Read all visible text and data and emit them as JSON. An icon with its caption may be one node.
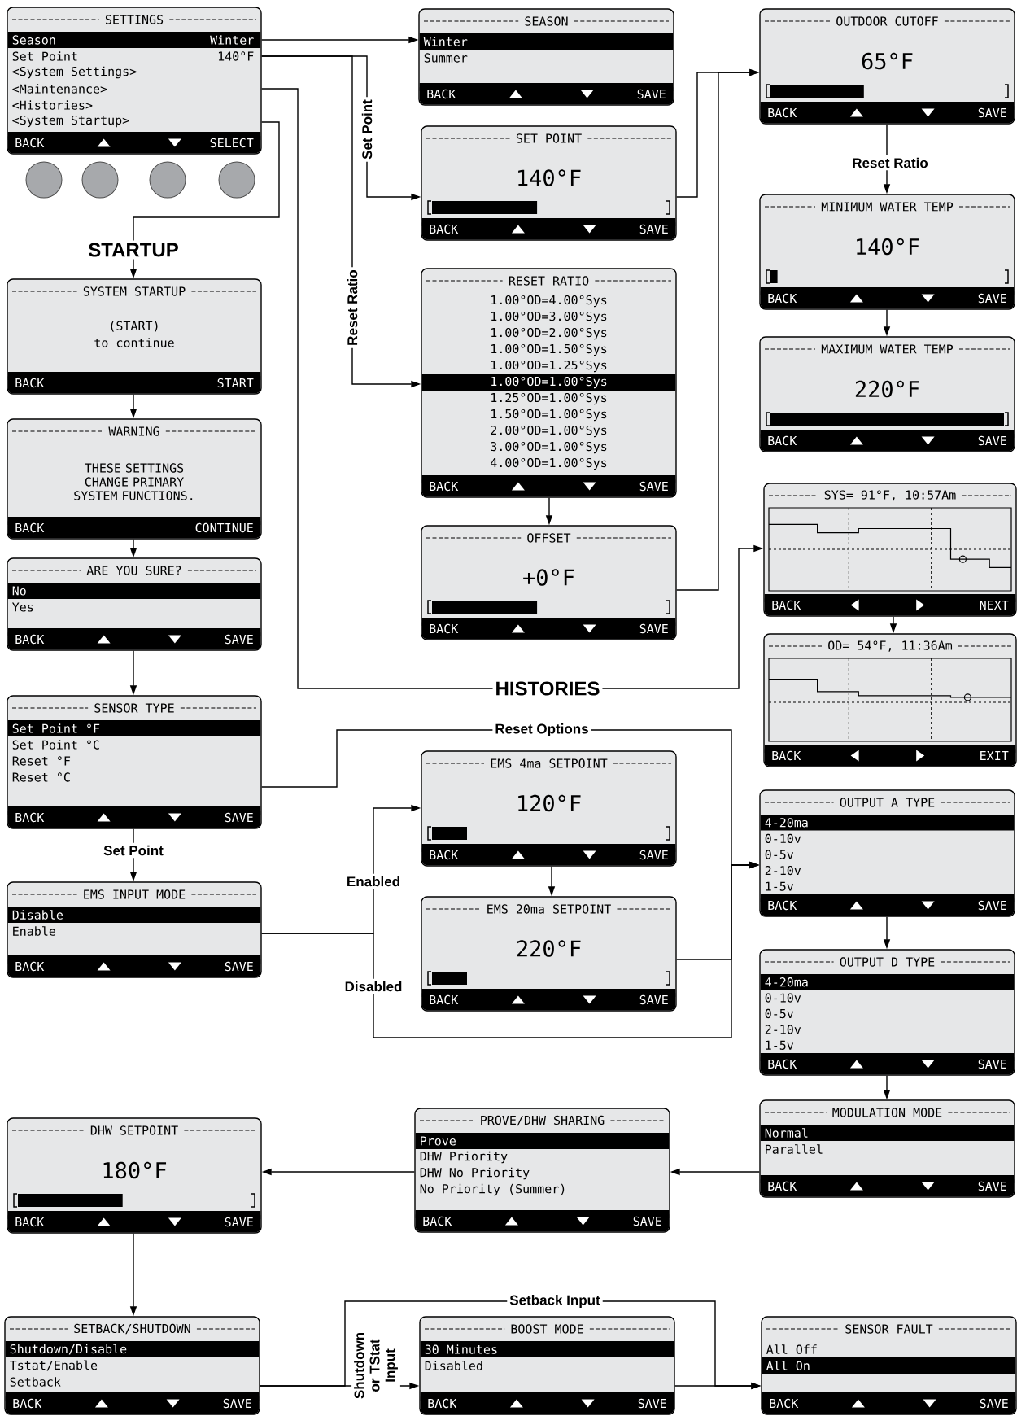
{
  "diagram": {
    "nodes": [
      {
        "text": [
          "SETTINGS",
          "Season",
          "Winter",
          "Set Point",
          "140°F",
          "<System Settings>",
          "<Maintenance>",
          "<Histories>",
          "<System Startup>",
          "BACK",
          "SELECT"
        ]
      },
      {
        "text": [
          "SEASON",
          "Winter",
          "Summer",
          "BACK",
          "SAVE"
        ]
      },
      {
        "text": [
          "SET POINT",
          "140°F",
          "BACK",
          "SAVE"
        ]
      },
      {
        "text": [
          "RESET RATIO",
          "1.00°OD=4.00°Sys",
          "1.00°OD=3.00°Sys",
          "1.00°OD=2.00°Sys",
          "1.00°OD=1.50°Sys",
          "1.00°OD=1.25°Sys",
          "1.00°OD=1.00°Sys",
          "1.25°OD=1.00°Sys",
          "1.50°OD=1.00°Sys",
          "2.00°OD=1.00°Sys",
          "3.00°OD=1.00°Sys",
          "4.00°OD=1.00°Sys",
          "BACK",
          "SAVE"
        ]
      },
      {
        "text": [
          "OFFSET",
          "+0°F",
          "BACK",
          "SAVE"
        ]
      },
      {
        "text": [
          "OUTDOOR CUTOFF",
          "65°F",
          "BACK",
          "SAVE"
        ]
      },
      {
        "text": [
          "MINIMUM WATER TEMP",
          "140°F",
          "BACK",
          "SAVE"
        ]
      },
      {
        "text": [
          "MAXIMUM WATER TEMP",
          "220°F",
          "BACK",
          "SAVE"
        ]
      },
      {
        "text": [
          "SYS= 91°F, 10:57Am",
          "BACK",
          "NEXT"
        ]
      },
      {
        "text": [
          "OD= 54°F, 11:36Am",
          "BACK",
          "EXIT"
        ]
      },
      {
        "text": [
          "SYSTEM STARTUP",
          "(START)",
          "to continue",
          "BACK",
          "START"
        ]
      },
      {
        "text": [
          "WARNING",
          "THESE SETTINGS CHANGE PRIMARY SYSTEM FUNCTIONS.",
          "BACK",
          "CONTINUE"
        ]
      },
      {
        "text": [
          "ARE YOU SURE?",
          "No",
          "Yes",
          "BACK",
          "SAVE"
        ]
      },
      {
        "text": [
          "SENSOR TYPE",
          "Set Point °F",
          "Set Point °C",
          "Reset °F",
          "Reset °C",
          "BACK",
          "SAVE"
        ]
      },
      {
        "text": [
          "EMS INPUT MODE",
          "Disable",
          "Enable",
          "BACK",
          "SAVE"
        ]
      },
      {
        "text": [
          "EMS 4ma SETPOINT",
          "120°F",
          "BACK",
          "SAVE"
        ]
      },
      {
        "text": [
          "EMS 20ma SETPOINT",
          "220°F",
          "BACK",
          "SAVE"
        ]
      },
      {
        "text": [
          "OUTPUT A TYPE",
          "4-20ma",
          "0-10v",
          "0-5v",
          "2-10v",
          "1-5v",
          "BACK",
          "SAVE"
        ]
      },
      {
        "text": [
          "OUTPUT D TYPE",
          "4-20ma",
          "0-10v",
          "0-5v",
          "2-10v",
          "1-5v",
          "BACK",
          "SAVE"
        ]
      },
      {
        "text": [
          "MODULATION MODE",
          "Normal",
          "Parallel",
          "BACK",
          "SAVE"
        ]
      },
      {
        "text": [
          "PROVE/DHW SHARING",
          "Prove",
          "DHW Priority",
          "DHW No Priority",
          "No Priority (Summer)",
          "BACK",
          "SAVE"
        ]
      },
      {
        "text": [
          "DHW SETPOINT",
          "180°F",
          "BACK",
          "SAVE"
        ]
      },
      {
        "text": [
          "SETBACK/SHUTDOWN",
          "Shutdown/Disable",
          "Tstat/Enable",
          "Setback",
          "BACK",
          "SAVE"
        ]
      },
      {
        "text": [
          "BOOST MODE",
          "30 Minutes",
          "Disabled",
          "BACK",
          "SAVE"
        ]
      },
      {
        "text": [
          "SENSOR FAULT",
          "All Off",
          "All On",
          "BACK",
          "SAVE"
        ]
      }
    ],
    "edges": [
      {
        "from": 0,
        "to": 1,
        "arrow": "to"
      },
      {
        "from": 0,
        "to": 2,
        "arrow": "to",
        "label": "Set Point"
      },
      {
        "from": 0,
        "to": 3,
        "arrow": "to",
        "label": "Reset Ratio"
      },
      {
        "from": 0,
        "to": 8,
        "arrow": "to",
        "label": "HISTORIES"
      },
      {
        "from": 0,
        "to": 10,
        "arrow": "to",
        "label": "STARTUP"
      },
      {
        "from": 2,
        "to": 5,
        "arrow": "to"
      },
      {
        "from": 4,
        "to": 5,
        "arrow": "to"
      },
      {
        "from": 3,
        "to": 4,
        "arrow": "to"
      },
      {
        "from": 5,
        "to": 6,
        "arrow": "to",
        "label": "Reset Ratio"
      },
      {
        "from": 6,
        "to": 7,
        "arrow": "to"
      },
      {
        "from": 8,
        "to": 9,
        "arrow": "to"
      },
      {
        "from": 10,
        "to": 11,
        "arrow": "to"
      },
      {
        "from": 11,
        "to": 12,
        "arrow": "to"
      },
      {
        "from": 12,
        "to": 13,
        "arrow": "to"
      },
      {
        "from": 13,
        "to": 14,
        "arrow": "to",
        "label": "Set Point"
      },
      {
        "from": 13,
        "to": 17,
        "arrow": "to",
        "label": "Reset Options"
      },
      {
        "from": 14,
        "to": 15,
        "arrow": "to",
        "label": "Enabled"
      },
      {
        "from": 14,
        "to": 17,
        "arrow": "to",
        "label": "Disabled"
      },
      {
        "from": 16,
        "to": 17,
        "arrow": "to"
      },
      {
        "from": 15,
        "to": 16,
        "arrow": "to"
      },
      {
        "from": 17,
        "to": 18,
        "arrow": "to"
      },
      {
        "from": 18,
        "to": 19,
        "arrow": "to"
      },
      {
        "from": 19,
        "to": 20,
        "arrow": "to"
      },
      {
        "from": 20,
        "to": 21,
        "arrow": "to"
      },
      {
        "from": 21,
        "to": 22,
        "arrow": "to"
      },
      {
        "from": 22,
        "to": 23,
        "arrow": "to",
        "label": "Shutdown or TStat Input"
      },
      {
        "from": 22,
        "to": 24,
        "arrow": "to",
        "label": "Setback Input"
      },
      {
        "from": 23,
        "to": 24,
        "arrow": "to"
      }
    ]
  }
}
